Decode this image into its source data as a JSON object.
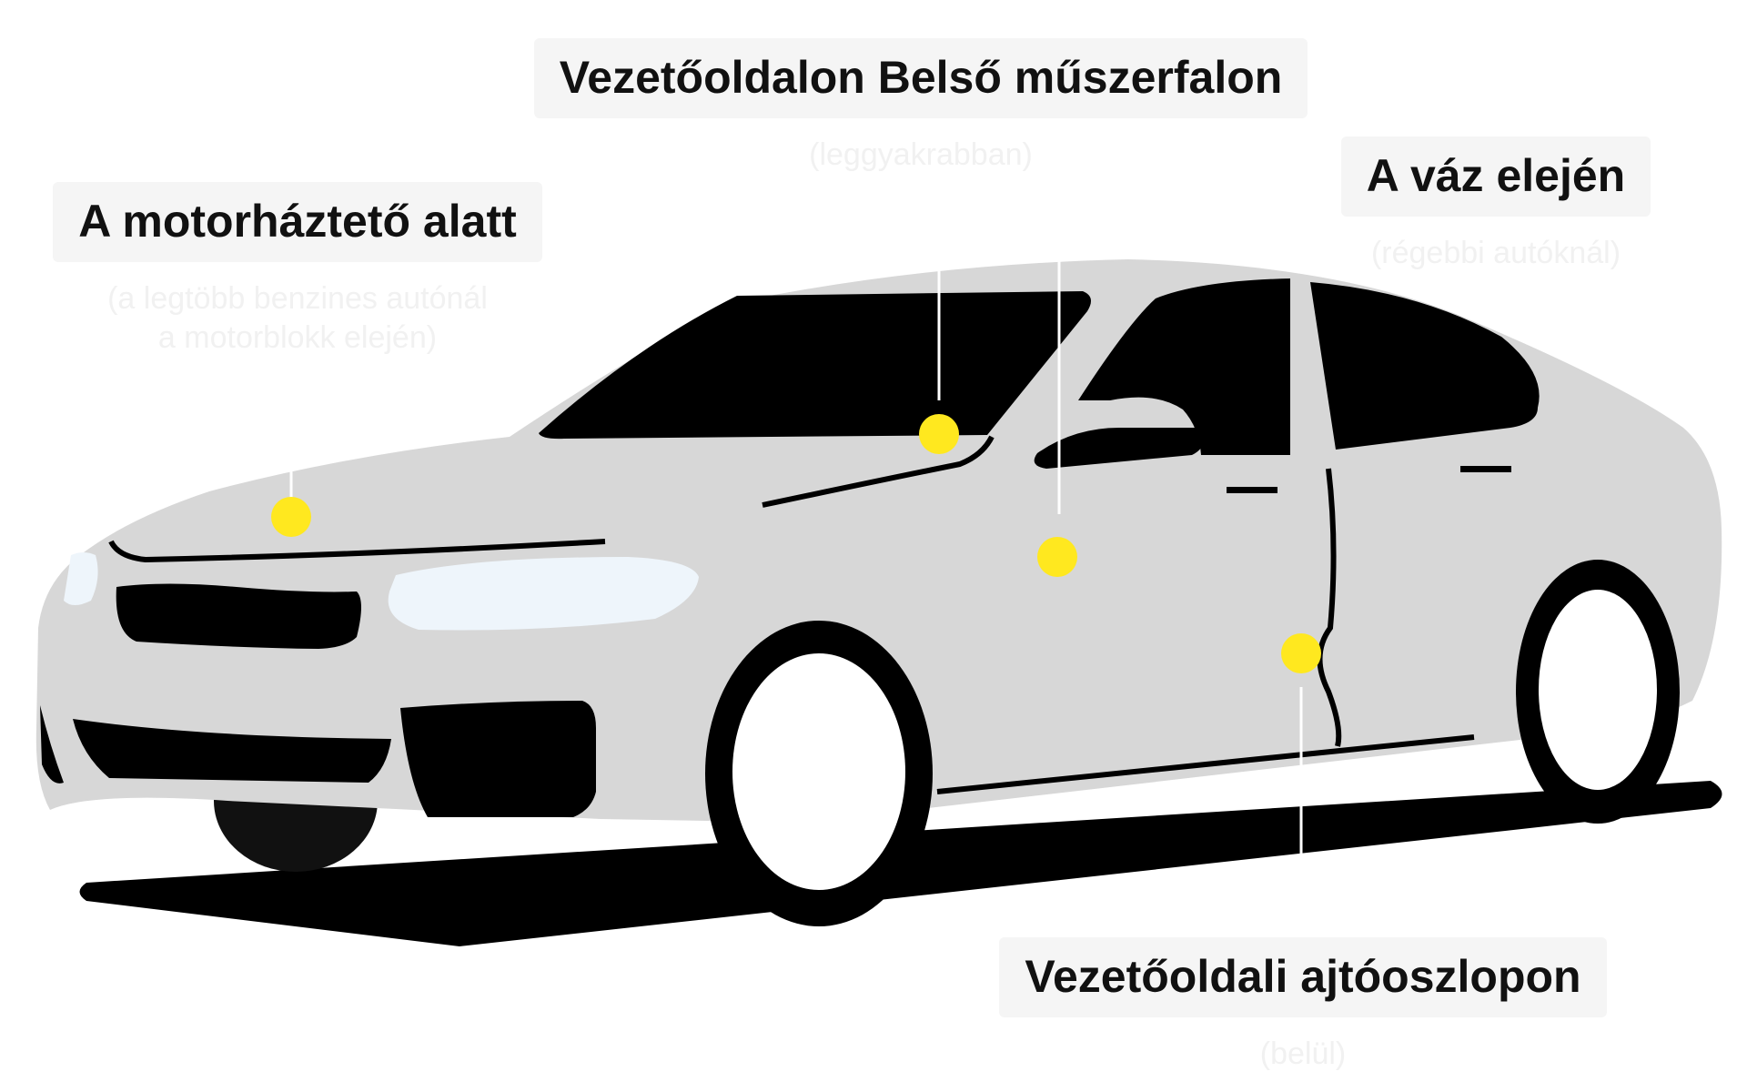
{
  "callouts": {
    "hood": {
      "title": "A motorháztető alatt",
      "note_line1": "(a legtöbb benzines autónál",
      "note_line2": "a motorblokk elején)"
    },
    "dashboard": {
      "title": "Vezetőoldalon Belső műszerfalon",
      "note": "(leggyakrabban)"
    },
    "frame": {
      "title": "A váz elején",
      "note": "(régebbi autóknál)"
    },
    "door_pillar": {
      "title": "Vezetőoldali ajtóoszlopon",
      "note": "(belül)"
    }
  },
  "colors": {
    "car_body": "#d7d7d7",
    "glass_and_tires": "#000000",
    "headlight": "#eef5fb",
    "marker": "#ffe81f",
    "label_box": "#f5f5f5",
    "label_text": "#111111",
    "note_text": "#f1f1f1"
  }
}
